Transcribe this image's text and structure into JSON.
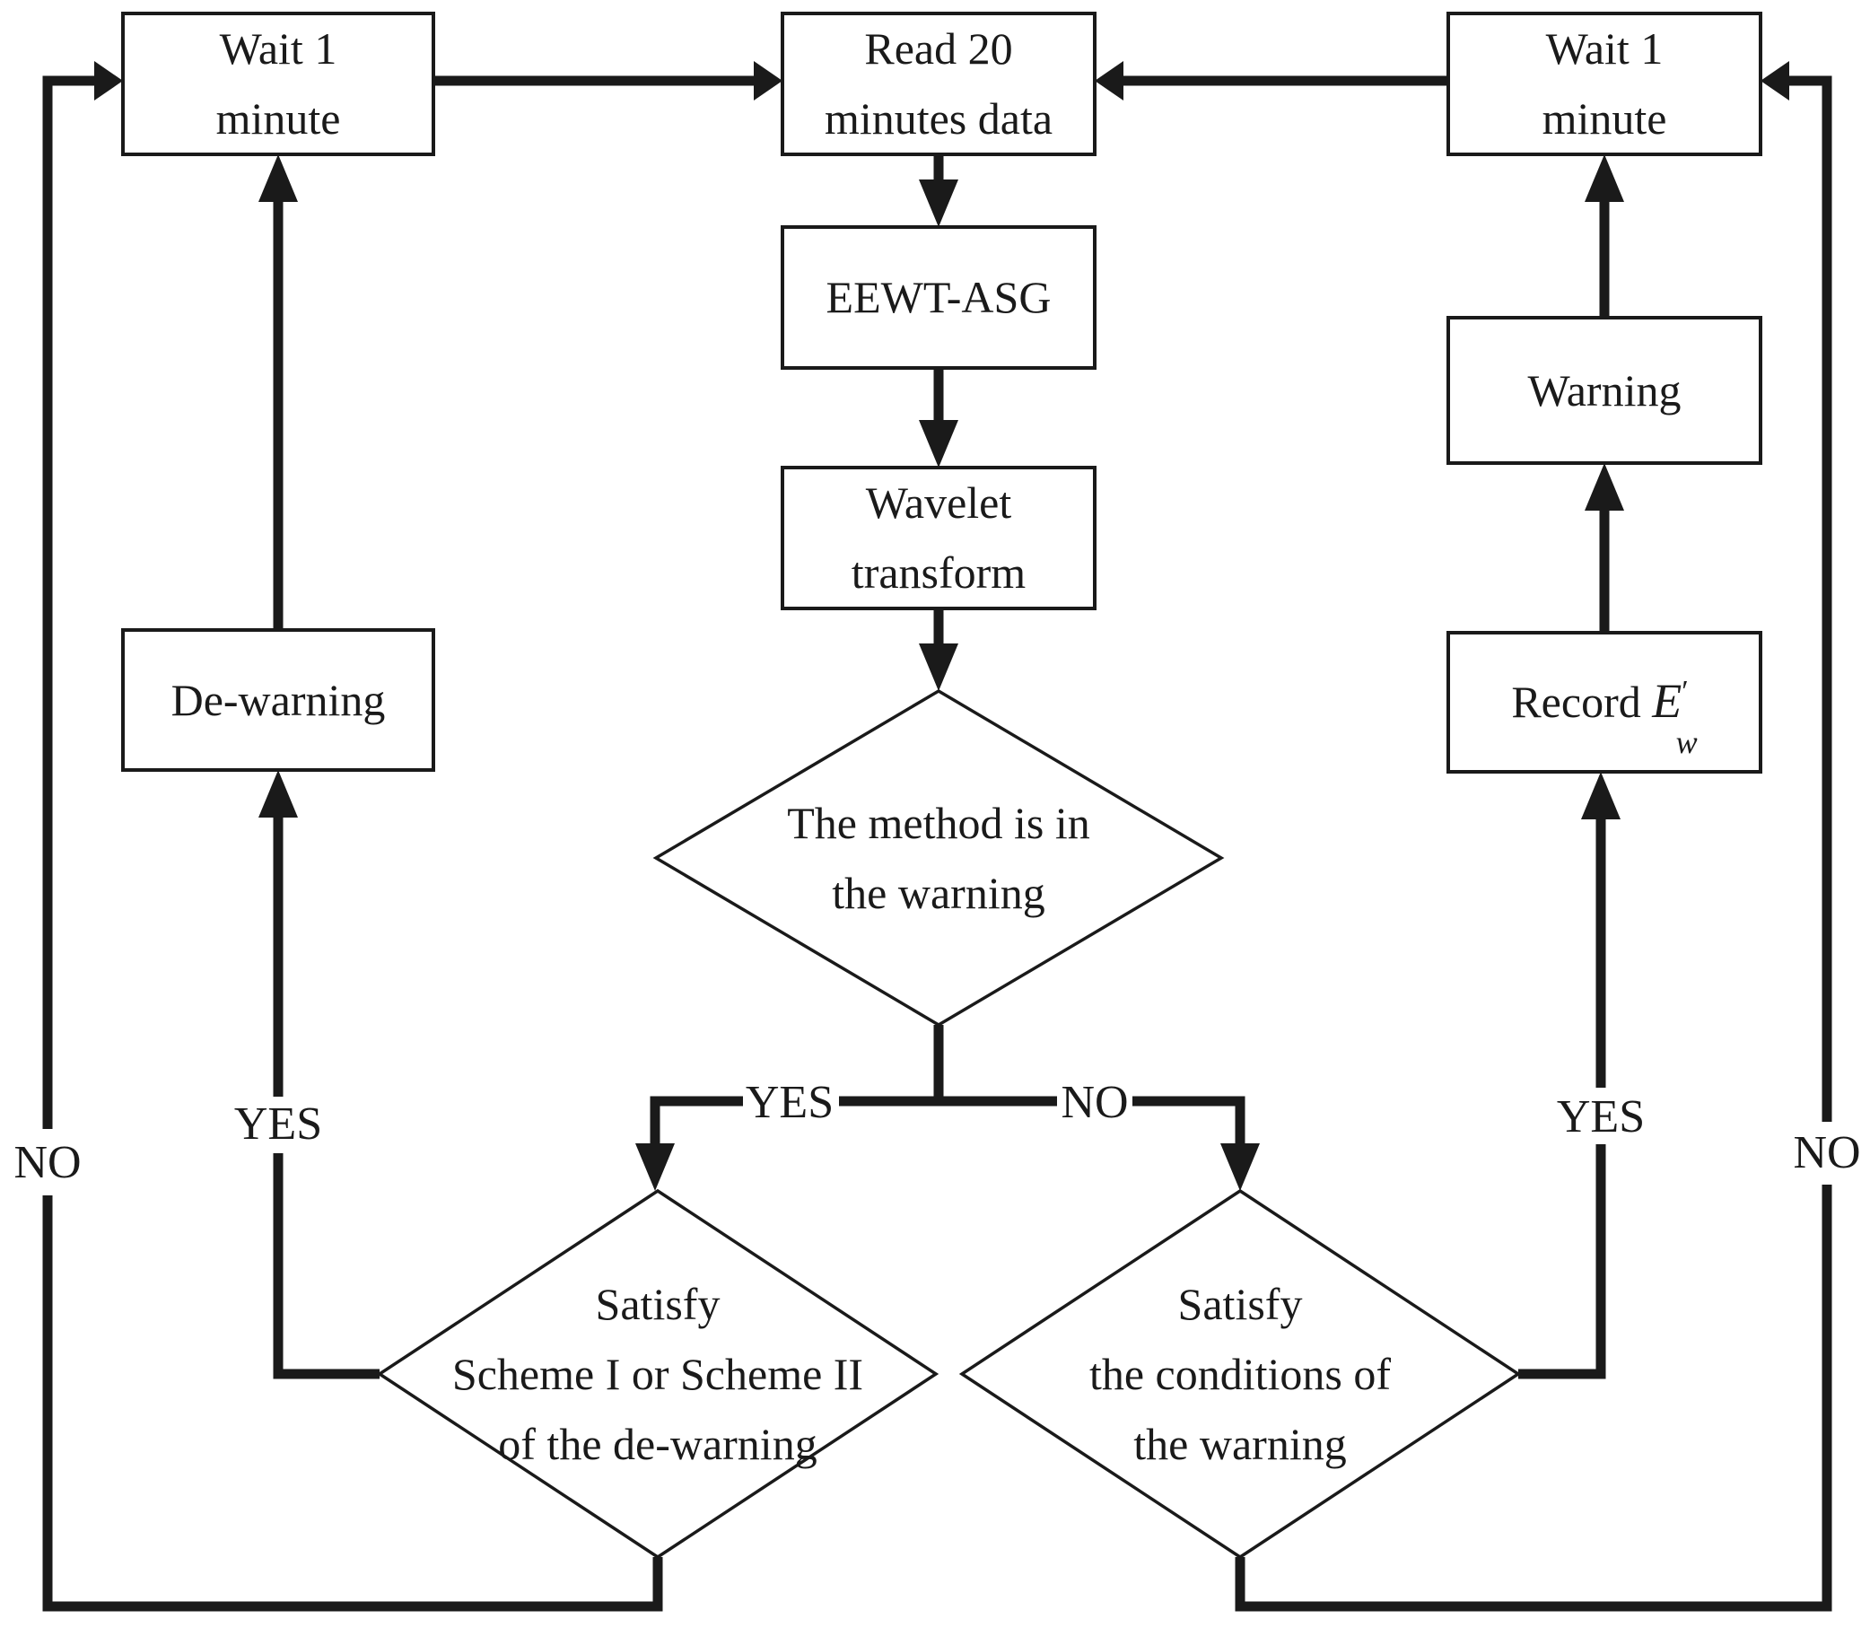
{
  "figure": {
    "type": "flowchart",
    "background_color": "#ffffff",
    "line_color": "#1a1a1a"
  },
  "nodes": {
    "wait_left": {
      "shape": "process",
      "lines": [
        "Wait 1",
        "minute"
      ]
    },
    "read_data": {
      "shape": "process",
      "lines": [
        "Read 20",
        "minutes data"
      ]
    },
    "wait_right": {
      "shape": "process",
      "lines": [
        "Wait 1",
        "minute"
      ]
    },
    "eewt_asg": {
      "shape": "process",
      "lines": [
        "EEWT-ASG"
      ]
    },
    "wavelet": {
      "shape": "process",
      "lines": [
        "Wavelet",
        "transform"
      ]
    },
    "warning": {
      "shape": "process",
      "lines": [
        "Warning"
      ]
    },
    "record_ew": {
      "shape": "process",
      "prefix": "Record ",
      "symbol": "E",
      "prime": "′",
      "subscript": "w"
    },
    "de_warning": {
      "shape": "process",
      "lines": [
        "De-warning"
      ]
    },
    "decision_in_warning": {
      "shape": "decision",
      "lines": [
        "The method is in",
        "the warning"
      ]
    },
    "decision_de_warning": {
      "shape": "decision",
      "lines": [
        "Satisfy",
        "Scheme I or Scheme II",
        "of the de-warning"
      ]
    },
    "decision_warning_cond": {
      "shape": "decision",
      "lines": [
        "Satisfy",
        "the conditions of",
        "the warning"
      ]
    }
  },
  "edge_labels": {
    "yes_left_loop": "YES",
    "no_left_loop": "NO",
    "yes_center_split": "YES",
    "no_center_split": "NO",
    "yes_right_loop": "YES",
    "no_right_loop": "NO"
  }
}
